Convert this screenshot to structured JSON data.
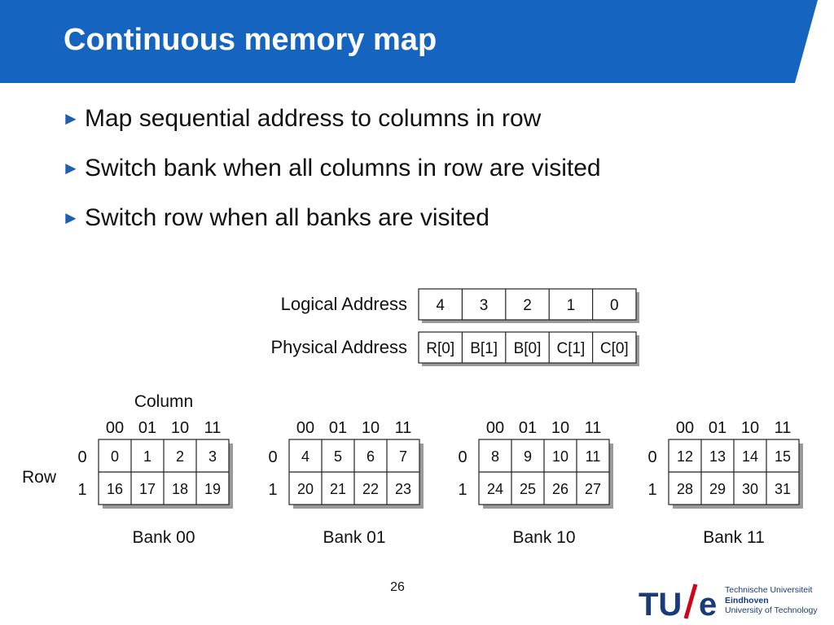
{
  "header": {
    "title": "Continuous memory map",
    "bg_color": "#1565c0"
  },
  "bullets": [
    {
      "icon": "triangle-right-icon",
      "text": "Map sequential address to columns in row"
    },
    {
      "icon": "triangle-right-icon",
      "text": "Switch bank when all columns in row are visited"
    },
    {
      "icon": "triangle-right-icon",
      "text": "Switch row when all banks are visited"
    }
  ],
  "diagram": {
    "logical_label": "Logical Address",
    "logical_bits": [
      "4",
      "3",
      "2",
      "1",
      "0"
    ],
    "physical_label": "Physical Address",
    "physical_bits": [
      "R[0]",
      "B[1]",
      "B[0]",
      "C[1]",
      "C[0]"
    ],
    "column_label": "Column",
    "row_label": "Row",
    "column_ids": [
      "00",
      "01",
      "10",
      "11"
    ],
    "row_ids": [
      "0",
      "1"
    ],
    "banks": [
      {
        "name": "Bank 00",
        "cells": [
          [
            "0",
            "1",
            "2",
            "3"
          ],
          [
            "16",
            "17",
            "18",
            "19"
          ]
        ]
      },
      {
        "name": "Bank 01",
        "cells": [
          [
            "4",
            "5",
            "6",
            "7"
          ],
          [
            "20",
            "21",
            "22",
            "23"
          ]
        ]
      },
      {
        "name": "Bank 10",
        "cells": [
          [
            "8",
            "9",
            "10",
            "11"
          ],
          [
            "24",
            "25",
            "26",
            "27"
          ]
        ]
      },
      {
        "name": "Bank 11",
        "cells": [
          [
            "12",
            "13",
            "14",
            "15"
          ],
          [
            "28",
            "29",
            "30",
            "31"
          ]
        ]
      }
    ]
  },
  "footer": {
    "page_number": "26",
    "logo_mark": "TU/e",
    "logo_lines": [
      "Technische Universiteit",
      "Eindhoven",
      "University of Technology"
    ]
  }
}
